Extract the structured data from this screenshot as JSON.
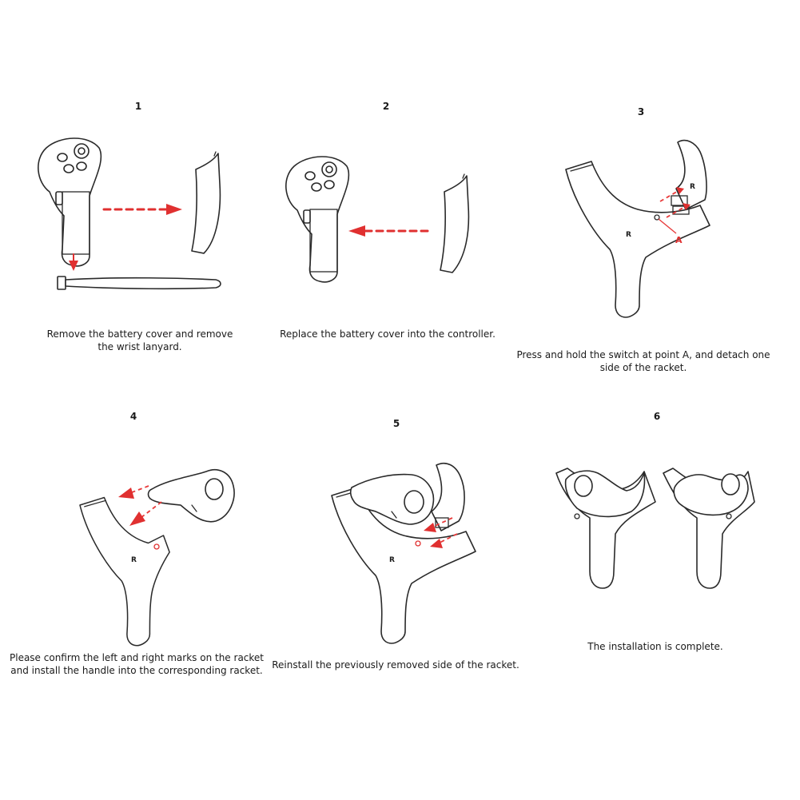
{
  "steps": [
    {
      "number": "1",
      "caption": "Remove the battery cover and remove\nthe wrist lanyard."
    },
    {
      "number": "2",
      "caption": "Replace the battery cover into the controller."
    },
    {
      "number": "3",
      "caption": "Press and hold the switch at point A, and detach one\nside of the racket."
    },
    {
      "number": "4",
      "caption": "Please confirm the left and right marks on the racket\nand install the handle into the corresponding racket."
    },
    {
      "number": "5",
      "caption": "Reinstall the previously removed side of the racket."
    },
    {
      "number": "6",
      "caption": "The installation is complete."
    }
  ],
  "labels": {
    "side_mark": "R",
    "point_a": "A"
  },
  "colors": {
    "arrow": "#e03030",
    "line": "#2a2a2a"
  }
}
